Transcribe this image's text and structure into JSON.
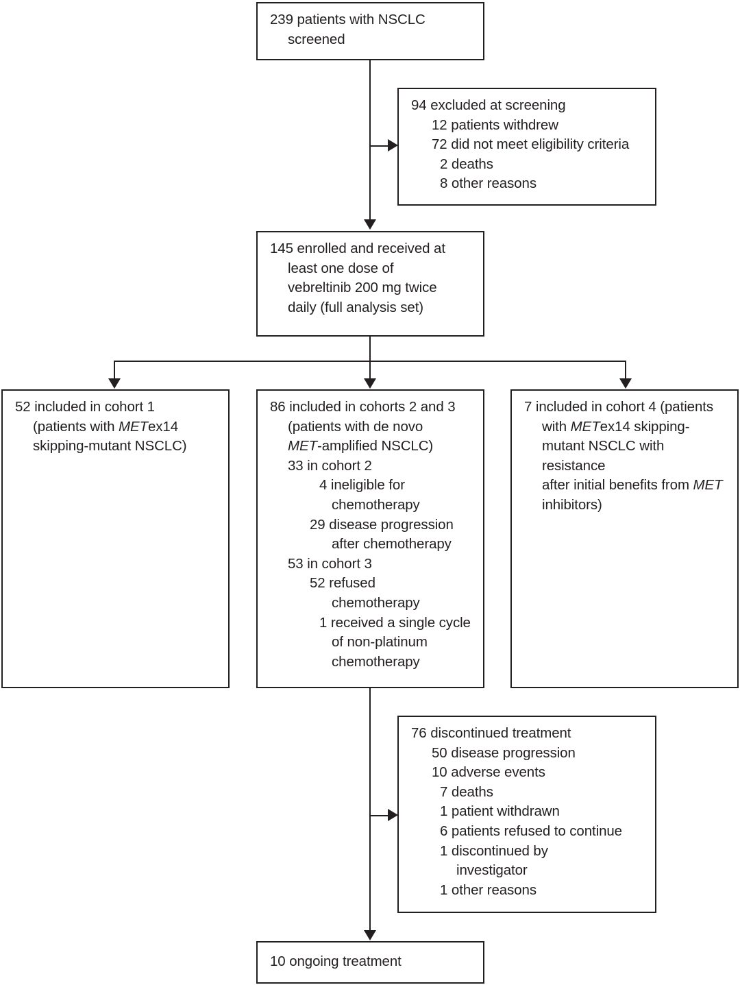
{
  "diagram": {
    "title": "CONSORT-style patient flow diagram",
    "stroke_color": "#231f20",
    "background_color": "#ffffff",
    "nodes": {
      "screened": {
        "lines": [
          "239 patients with NSCLC",
          "screened"
        ],
        "count": 239
      },
      "excluded": {
        "lines": [
          "94 excluded at screening",
          "12 patients withdrew",
          "72 did not meet eligibility criteria",
          "2 deaths",
          "8 other reasons"
        ],
        "count": 94,
        "reasons": [
          {
            "n": 12,
            "label": "patients withdrew"
          },
          {
            "n": 72,
            "label": "did not meet eligibility criteria"
          },
          {
            "n": 2,
            "label": "deaths"
          },
          {
            "n": 8,
            "label": "other reasons"
          }
        ]
      },
      "enrolled": {
        "lines": [
          "145 enrolled and received at",
          "least one dose of",
          "vebreltinib 200 mg twice",
          "daily (full analysis set)"
        ],
        "count": 145
      },
      "cohort1": {
        "lines": [
          "52 included in cohort 1",
          "(patients with METex14",
          "skipping-mutant NSCLC)"
        ],
        "count": 52
      },
      "cohort23": {
        "lines": [
          "86 included in cohorts 2 and 3",
          "(patients with de novo",
          "MET-amplified NSCLC)",
          "33 in cohort 2",
          "4 ineligible for",
          "chemotherapy",
          "29 disease progression",
          "after chemotherapy",
          "53 in cohort 3",
          "52 refused",
          "chemotherapy",
          "1 received a single cycle",
          "of non-platinum",
          "chemotherapy"
        ],
        "count": 86,
        "breakdown": [
          {
            "n": 33,
            "label": "in cohort 2"
          },
          {
            "n": 4,
            "label": "ineligible for chemotherapy"
          },
          {
            "n": 29,
            "label": "disease progression after chemotherapy"
          },
          {
            "n": 53,
            "label": "in cohort 3"
          },
          {
            "n": 52,
            "label": "refused chemotherapy"
          },
          {
            "n": 1,
            "label": "received a single cycle of non-platinum chemotherapy"
          }
        ]
      },
      "cohort4": {
        "lines": [
          "7 included in cohort 4 (patients",
          "with METex14 skipping-",
          "mutant NSCLC with resistance",
          "after initial benefits from MET",
          "inhibitors)"
        ],
        "count": 7
      },
      "discontinued": {
        "lines": [
          "76 discontinued treatment",
          "50 disease progression",
          "10 adverse events",
          "7 deaths",
          "1 patient withdrawn",
          "6 patients refused to continue",
          "1 discontinued by",
          "investigator",
          "1 other reasons"
        ],
        "count": 76,
        "reasons": [
          {
            "n": 50,
            "label": "disease progression"
          },
          {
            "n": 10,
            "label": "adverse events"
          },
          {
            "n": 7,
            "label": "deaths"
          },
          {
            "n": 1,
            "label": "patient withdrawn"
          },
          {
            "n": 6,
            "label": "patients refused to continue"
          },
          {
            "n": 1,
            "label": "discontinued by investigator"
          },
          {
            "n": 1,
            "label": "other reasons"
          }
        ]
      },
      "ongoing": {
        "lines": [
          "10 ongoing treatment"
        ],
        "count": 10
      }
    },
    "text": {
      "screened_l1": "239 patients with NSCLC",
      "screened_l2": "screened",
      "excluded_l1": "94 excluded at screening",
      "excluded_n1": "12",
      "excluded_t1": "patients withdrew",
      "excluded_n2": "72",
      "excluded_t2": "did not meet eligibility criteria",
      "excluded_n3": "2",
      "excluded_t3": "deaths",
      "excluded_n4": "8",
      "excluded_t4": "other reasons",
      "enrolled_l1": "145 enrolled and received at",
      "enrolled_l2": "least one dose of",
      "enrolled_l3": "vebreltinib 200 mg twice",
      "enrolled_l4": "daily (full analysis set)",
      "c1_l1": "52 included in cohort 1",
      "c1_l2a": "(patients with ",
      "c1_l2b": "MET",
      "c1_l2c": "ex14",
      "c1_l3": "skipping-mutant NSCLC)",
      "c23_l1": "86 included in cohorts 2 and 3",
      "c23_l2": "(patients with de novo",
      "c23_l3a": "MET",
      "c23_l3b": "-amplified NSCLC)",
      "c23_l4": "33 in cohort 2",
      "c23_l5n": "4",
      "c23_l5t": "ineligible for",
      "c23_l6": "chemotherapy",
      "c23_l7n": "29",
      "c23_l7t": "disease progression",
      "c23_l8": "after chemotherapy",
      "c23_l9": "53 in cohort 3",
      "c23_l10n": "52",
      "c23_l10t": "refused",
      "c23_l11": "chemotherapy",
      "c23_l12n": "1",
      "c23_l12t": "received a single cycle",
      "c23_l13": "of non-platinum",
      "c23_l14": "chemotherapy",
      "c4_l1": "7 included in cohort 4 (patients",
      "c4_l2a": "with ",
      "c4_l2b": "MET",
      "c4_l2c": "ex14 skipping-",
      "c4_l3": "mutant NSCLC with resistance",
      "c4_l4a": "after initial benefits from ",
      "c4_l4b": "MET",
      "c4_l5": "inhibitors)",
      "disc_l1": "76 discontinued treatment",
      "disc_n1": "50",
      "disc_t1": "disease progression",
      "disc_n2": "10",
      "disc_t2": "adverse events",
      "disc_n3": "7",
      "disc_t3": "deaths",
      "disc_n4": "1",
      "disc_t4": "patient withdrawn",
      "disc_n5": "6",
      "disc_t5": "patients refused to continue",
      "disc_n6": "1",
      "disc_t6": "discontinued by",
      "disc_t6b": "investigator",
      "disc_n7": "1",
      "disc_t7": "other reasons",
      "ongoing_l1": "10 ongoing treatment"
    }
  }
}
